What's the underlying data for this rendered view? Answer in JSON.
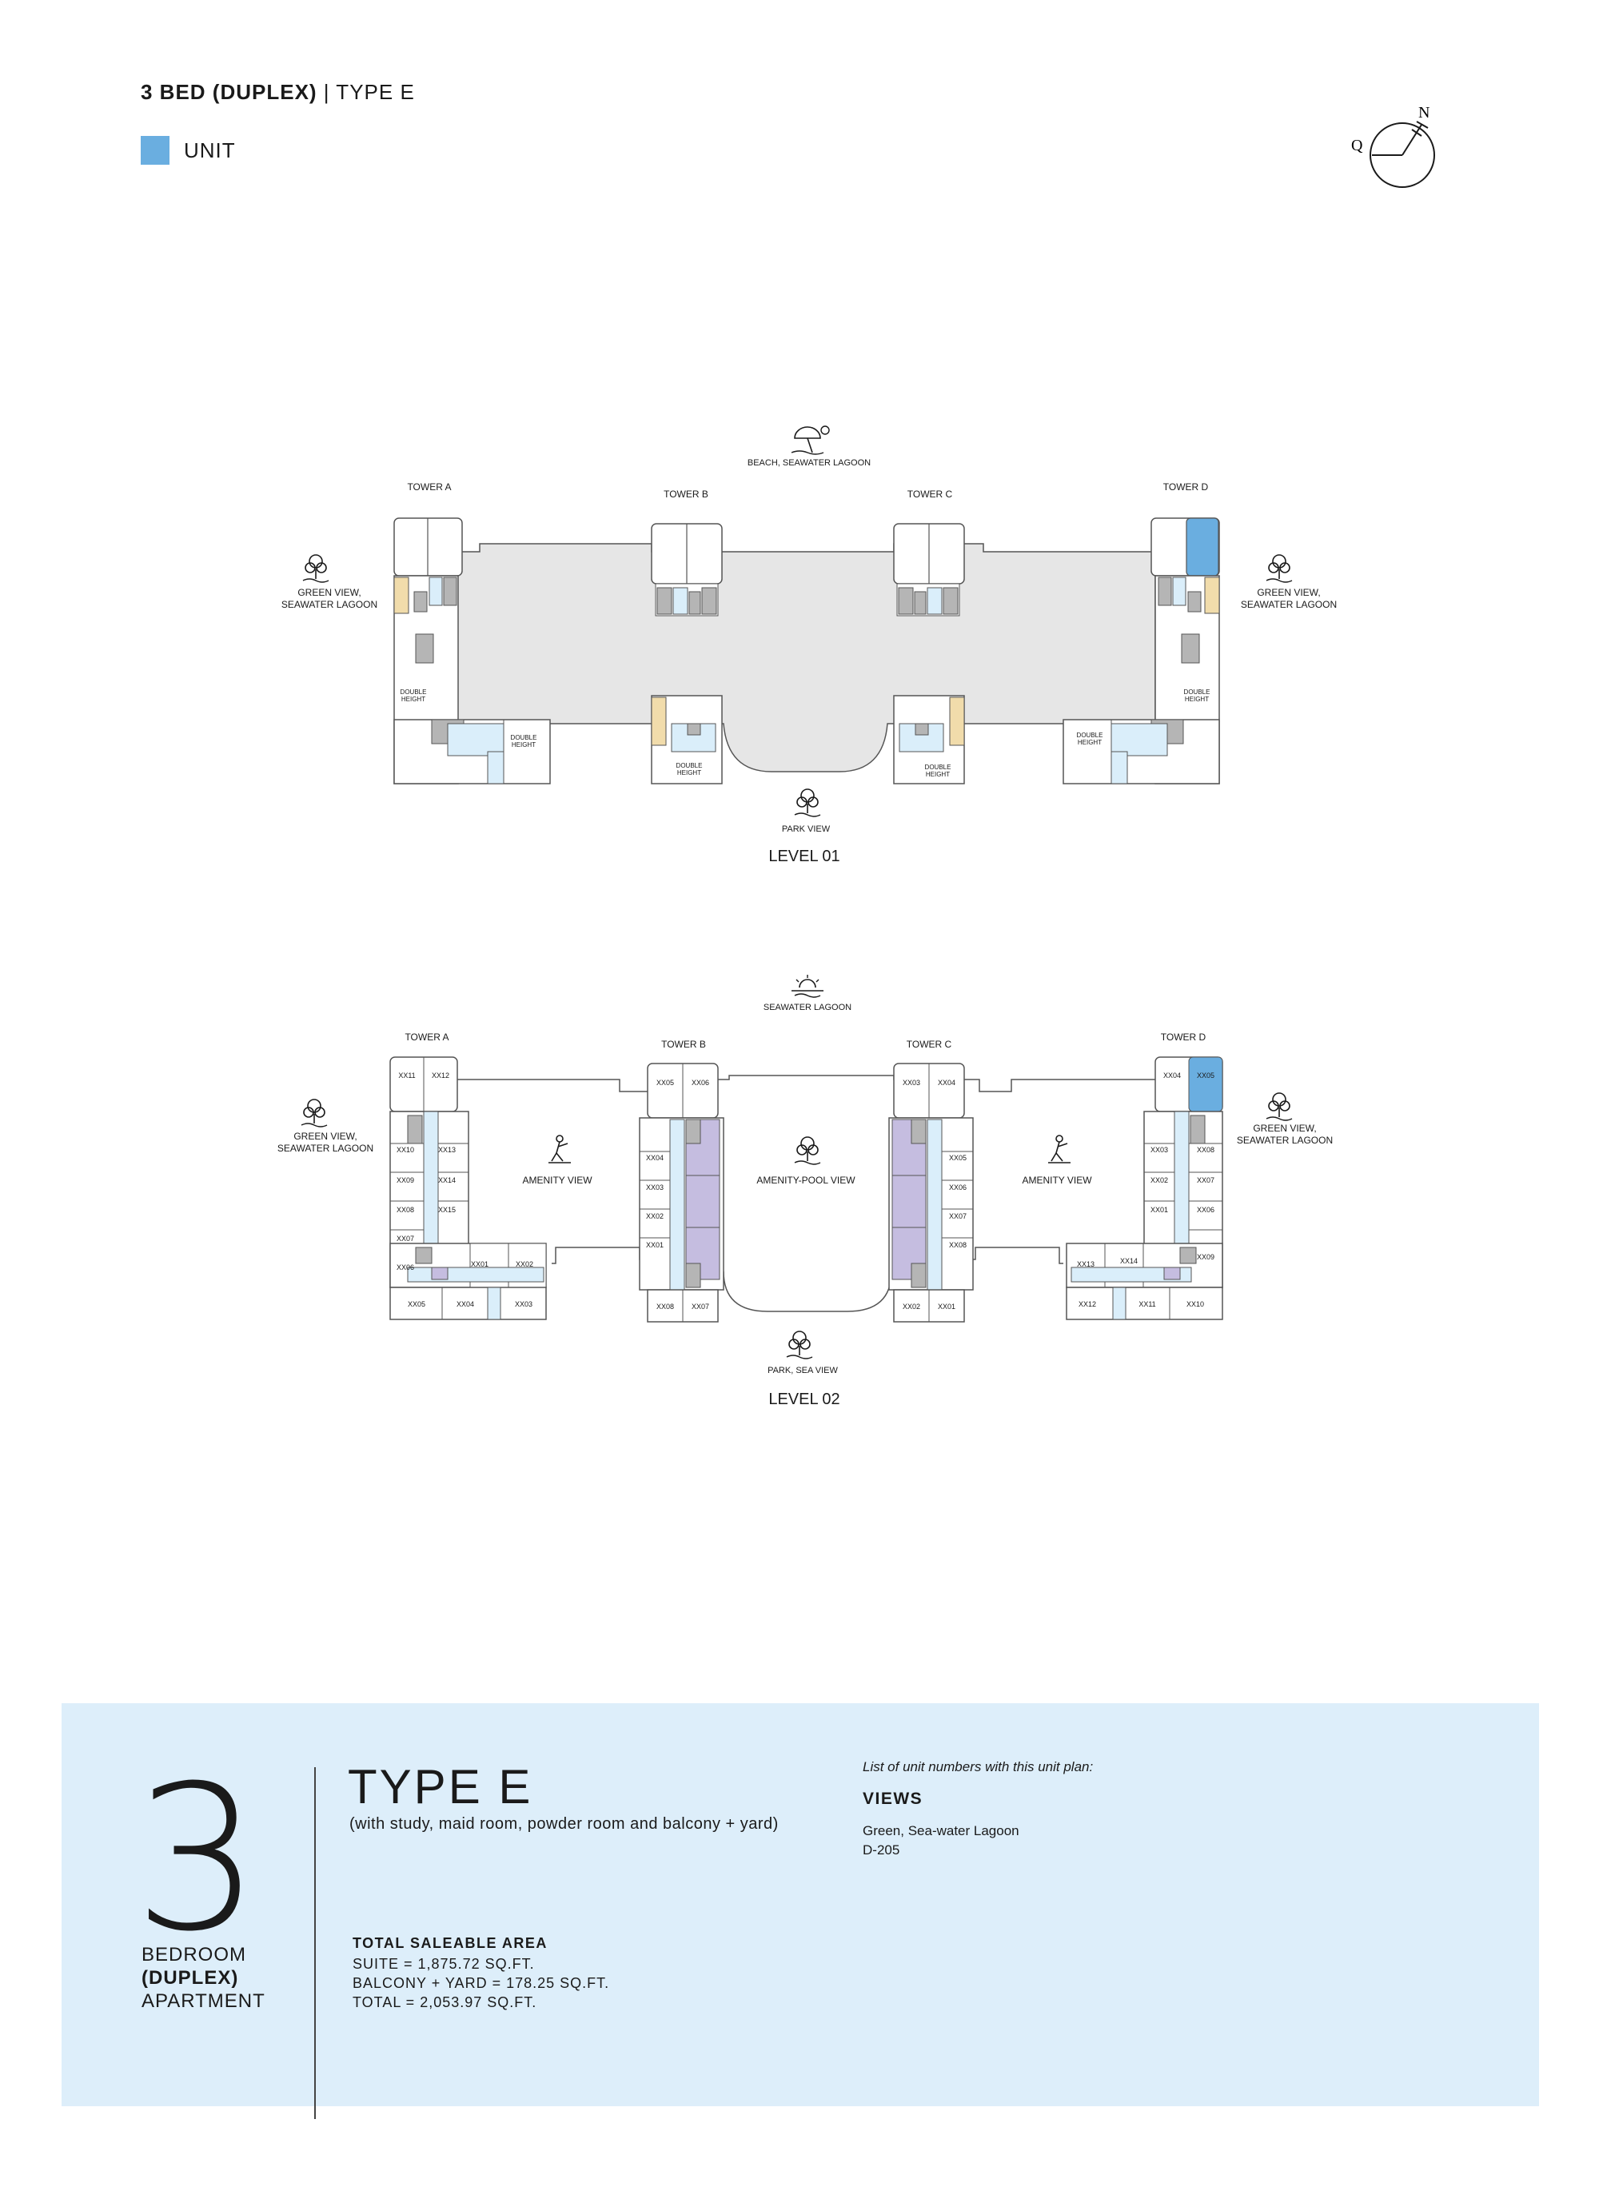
{
  "header": {
    "title_bold": "3 BED (DUPLEX)",
    "title_rest": " | TYPE E"
  },
  "legend": {
    "label": "UNIT",
    "color": "#6aaee0"
  },
  "compass": {
    "north": "N",
    "west": "Q"
  },
  "level01": {
    "title": "LEVEL 01",
    "top_view": "BEACH, SEAWATER LAGOON",
    "bottom_view": "PARK VIEW",
    "left_view": [
      "GREEN VIEW,",
      "SEAWATER LAGOON"
    ],
    "right_view": [
      "GREEN VIEW,",
      "SEAWATER LAGOON"
    ],
    "towers": [
      "TOWER A",
      "TOWER B",
      "TOWER C",
      "TOWER D"
    ],
    "double_height": [
      "DOUBLE",
      "HEIGHT"
    ]
  },
  "level02": {
    "title": "LEVEL 02",
    "top_view": "SEAWATER LAGOON",
    "bottom_view": "PARK, SEA VIEW",
    "left_view": [
      "GREEN VIEW,",
      "SEAWATER LAGOON"
    ],
    "right_view": [
      "GREEN VIEW,",
      "SEAWATER LAGOON"
    ],
    "towers": [
      "TOWER A",
      "TOWER B",
      "TOWER C",
      "TOWER D"
    ],
    "amenity_view": "AMENITY VIEW",
    "amenity_pool_view": "AMENITY-POOL VIEW",
    "tower_a_units": [
      "XX11",
      "XX12",
      "XX10",
      "XX13",
      "XX09",
      "XX14",
      "XX08",
      "XX15",
      "XX07",
      "XX06",
      "XX01",
      "XX02",
      "XX05",
      "XX04",
      "XX03"
    ],
    "tower_b_units": [
      "XX05",
      "XX06",
      "XX04",
      "XX03",
      "XX02",
      "XX01",
      "XX08",
      "XX07"
    ],
    "tower_c_units": [
      "XX03",
      "XX04",
      "XX05",
      "XX06",
      "XX07",
      "XX08",
      "XX02",
      "XX01"
    ],
    "tower_d_units": [
      "XX04",
      "XX05",
      "XX03",
      "XX08",
      "XX02",
      "XX07",
      "XX01",
      "XX06",
      "XX09",
      "XX13",
      "XX14",
      "XX12",
      "XX11",
      "XX10"
    ]
  },
  "info": {
    "big_number": "3",
    "bedroom": "BEDROOM",
    "duplex": "(DUPLEX)",
    "apartment": "APARTMENT",
    "type_title": "TYPE E",
    "type_sub": "(with study, maid room, powder room and balcony + yard)",
    "area_title": "TOTAL SALEABLE AREA",
    "area_suite": "SUITE = 1,875.72 SQ.FT.",
    "area_balcony": "BALCONY + YARD = 178.25 SQ.FT.",
    "area_total": "TOTAL = 2,053.97 SQ.FT.",
    "list_note": "List of unit numbers with this unit plan:",
    "views_title": "VIEWS",
    "views_value": "Green, Sea-water Lagoon",
    "unit_number": "D-205"
  }
}
